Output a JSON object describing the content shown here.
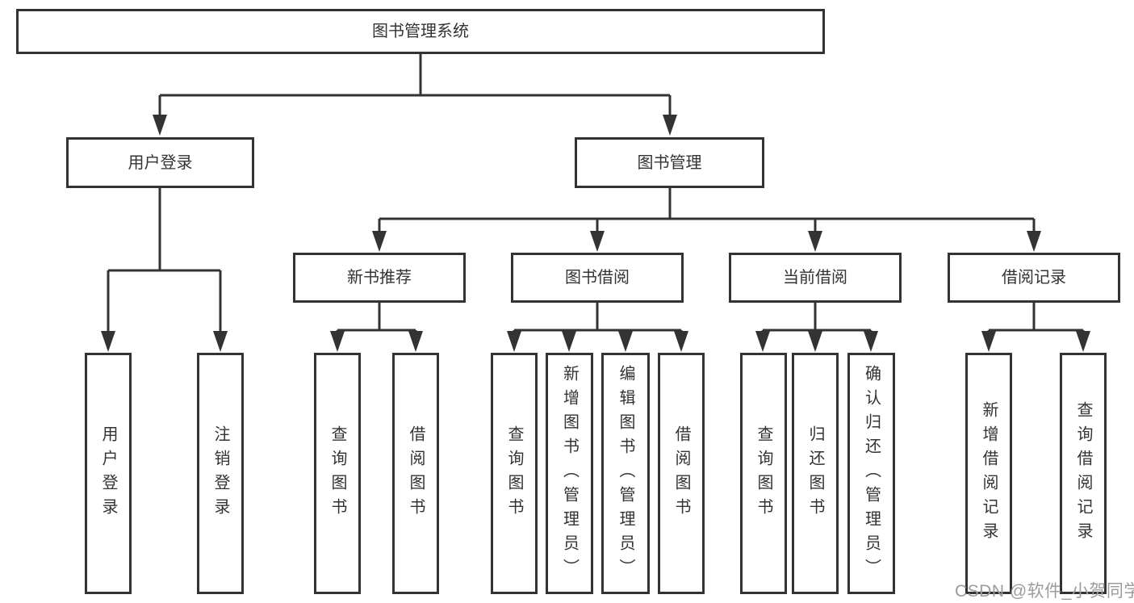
{
  "diagram": {
    "tree": {
      "root": {
        "label": "图书管理系统",
        "children": [
          {
            "label": "用户登录",
            "children": [
              {
                "label": "用户登录"
              },
              {
                "label": "注销登录"
              }
            ]
          },
          {
            "label": "图书管理",
            "children": [
              {
                "label": "新书推荐",
                "children": [
                  {
                    "label": "查询图书"
                  },
                  {
                    "label": "借阅图书"
                  }
                ]
              },
              {
                "label": "图书借阅",
                "children": [
                  {
                    "label": "查询图书"
                  },
                  {
                    "label": "新增图书（管理员）"
                  },
                  {
                    "label": "编辑图书（管理员）"
                  },
                  {
                    "label": "借阅图书"
                  }
                ]
              },
              {
                "label": "当前借阅",
                "children": [
                  {
                    "label": "查询图书"
                  },
                  {
                    "label": "归还图书"
                  },
                  {
                    "label": "确认归还（管理员）"
                  }
                ]
              },
              {
                "label": "借阅记录",
                "children": [
                  {
                    "label": "新增借阅记录"
                  },
                  {
                    "label": "查询借阅记录"
                  }
                ]
              }
            ]
          }
        ]
      }
    },
    "colors": {
      "line": "#333333",
      "text": "#333333",
      "box_background": "#ffffff",
      "page_background": "#ffffff",
      "watermark": "#9c9c9c"
    }
  },
  "watermark": {
    "text": "CSDN @软件_小贺同学"
  }
}
